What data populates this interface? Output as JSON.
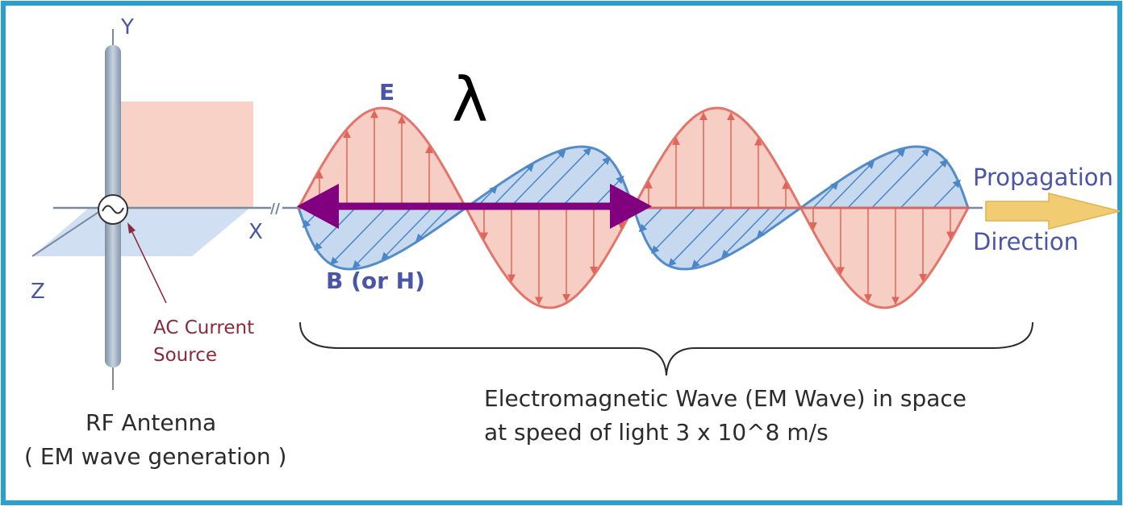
{
  "labels": {
    "axis_y": "Y",
    "axis_x": "X",
    "axis_z": "Z",
    "e_field": "E",
    "b_field": "B (or H)",
    "wavelength": "λ",
    "propagation_line1": "Propagation",
    "propagation_line2": "Direction",
    "ac_source_line1": "AC Current",
    "ac_source_line2": "Source",
    "antenna_line1": "RF Antenna",
    "antenna_line2": "( EM wave generation )",
    "wave_line1": "Electromagnetic Wave (EM Wave) in space",
    "wave_line2": "at speed of light 3 x 10^8 m/s"
  },
  "colors": {
    "frame": "#2a9fd0",
    "e_wave_fill": "#f7c9bd",
    "e_wave_stroke": "#e0655a",
    "b_wave_fill": "#c4d7ef",
    "b_wave_stroke": "#4a86c8",
    "wavelength_arrow": "#800080",
    "label_blue": "#4a55a8",
    "antenna": "#9aa9bc",
    "propagation_arrow": "#f2cc73"
  }
}
